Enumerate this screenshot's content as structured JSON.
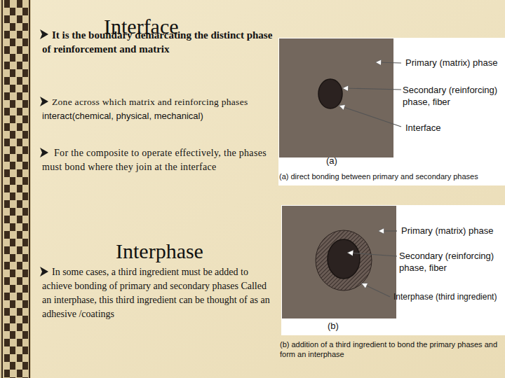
{
  "diagram": {
    "title": "Interface",
    "labels": [
      "It is the boundary demarcating the distinct phase of reinforcement and matrix",
      "Zone across which matrix and reinforcing phases",
      "interact(chemical, physical, mechanical)",
      "For the composite to operate effectively, the phases must bond where they join at the interface",
      "Interphase",
      "In some cases, a third ingredient must be added to achieve bonding of primary and secondary phases Called an interphase, this third ingredient can be thought of as an adhesive /coatings",
      "Primary (matrix) phase",
      "Secondary (reinforcing) phase, fiber",
      "Interface",
      "(a)",
      "(a) direct bonding between primary and secondary phases",
      "Primary (matrix) phase",
      "Secondary (reinforcing) phase, fiber",
      "Interphase (third ingredient)",
      "(b)",
      "(b) addition of a third ingredient to bond the primary phases and form an interphase"
    ]
  }
}
